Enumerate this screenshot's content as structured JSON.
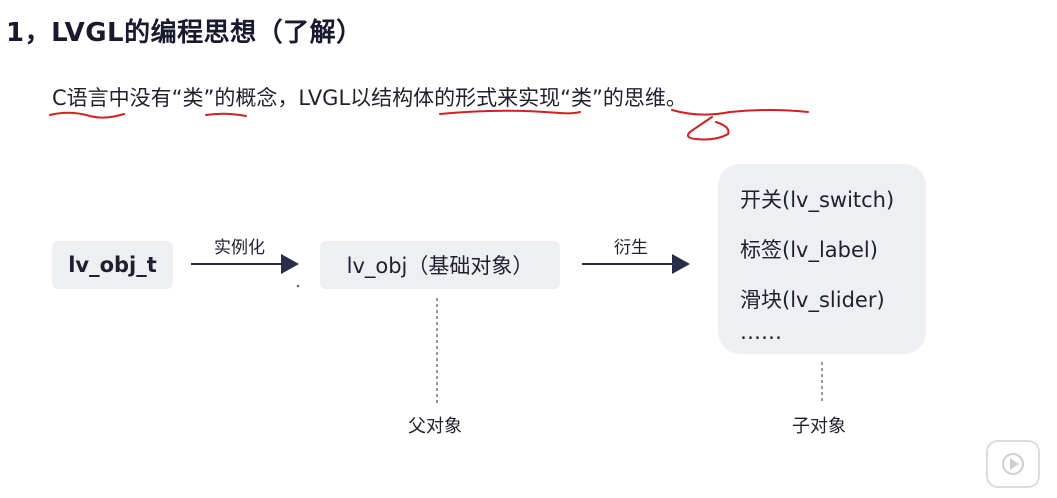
{
  "title": "1，LVGL的编程思想（了解）",
  "subtitle": "C语言中没有“类”的概念，LVGL以结构体的形式来实现“类”的思维。",
  "diagram": {
    "node_type": "lv_obj_t",
    "edge_instantiate": "实例化",
    "node_base": "lv_obj（基础对象）",
    "edge_derive": "衍生",
    "children": [
      "开关(lv_switch)",
      "标签(lv_label)",
      "滑块(lv_slider)",
      "……"
    ],
    "label_parent": "父对象",
    "label_child": "子对象"
  },
  "colors": {
    "annotation": "#d42020",
    "arrow": "#2a2d4a",
    "box_fill": "#eeeff3"
  },
  "icons": {
    "player": "play-icon"
  }
}
